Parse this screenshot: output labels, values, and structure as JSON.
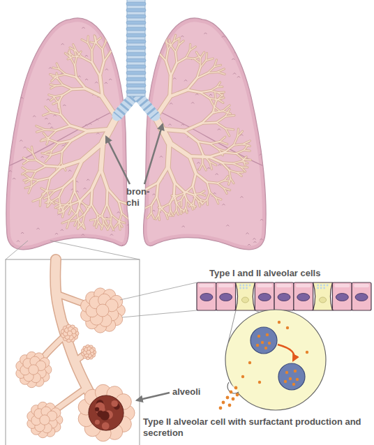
{
  "diagram": {
    "labels": [
      "bron- chi",
      "Type I and II alveolar cells",
      "alveoli",
      "Type II alveolar cell with surfactant production and secretion"
    ]
  }
}
